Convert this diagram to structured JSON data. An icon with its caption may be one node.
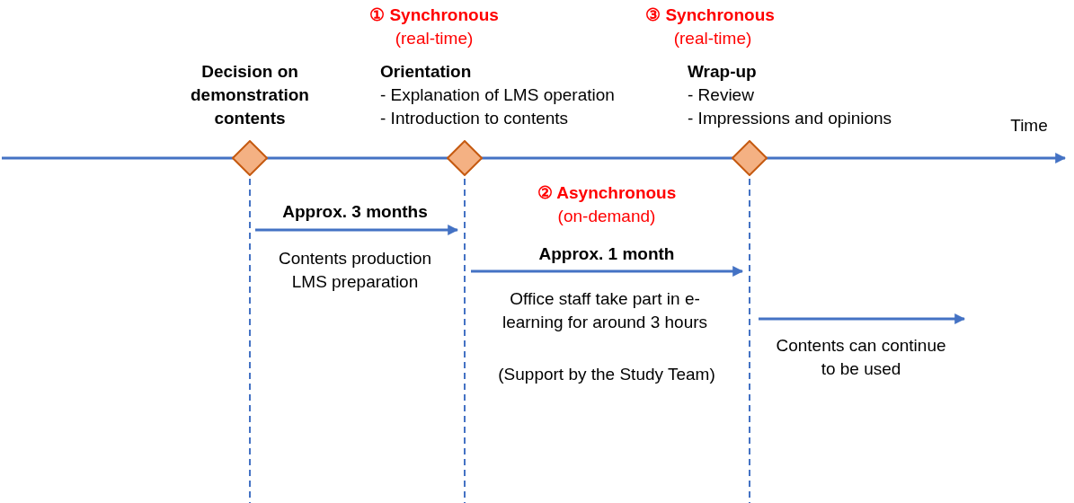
{
  "diagram": {
    "nodes": [
      {
        "text": [],
        "shape": "diamond",
        "beside": [
          "Decision on demonstration contents"
        ]
      },
      {
        "text": [],
        "shape": "diamond",
        "beside": [
          "① Synchronous",
          "(real-time)",
          "Orientation",
          "- Explanation of LMS operation",
          "- Introduction to contents"
        ]
      },
      {
        "text": [],
        "shape": "diamond",
        "beside": [
          "③ Synchronous",
          "(real-time)",
          "Wrap-up",
          "- Review",
          "- Impressions and opinions"
        ]
      }
    ],
    "labels": [
      "Time",
      "② Asynchronous",
      "(on-demand)",
      "Approx. 3 months",
      "Contents production LMS preparation",
      "Approx. 1 month",
      "Office staff take part in e-learning for around 3 hours",
      "Contents can continue to be used",
      "(Support by the Study Team)"
    ]
  }
}
